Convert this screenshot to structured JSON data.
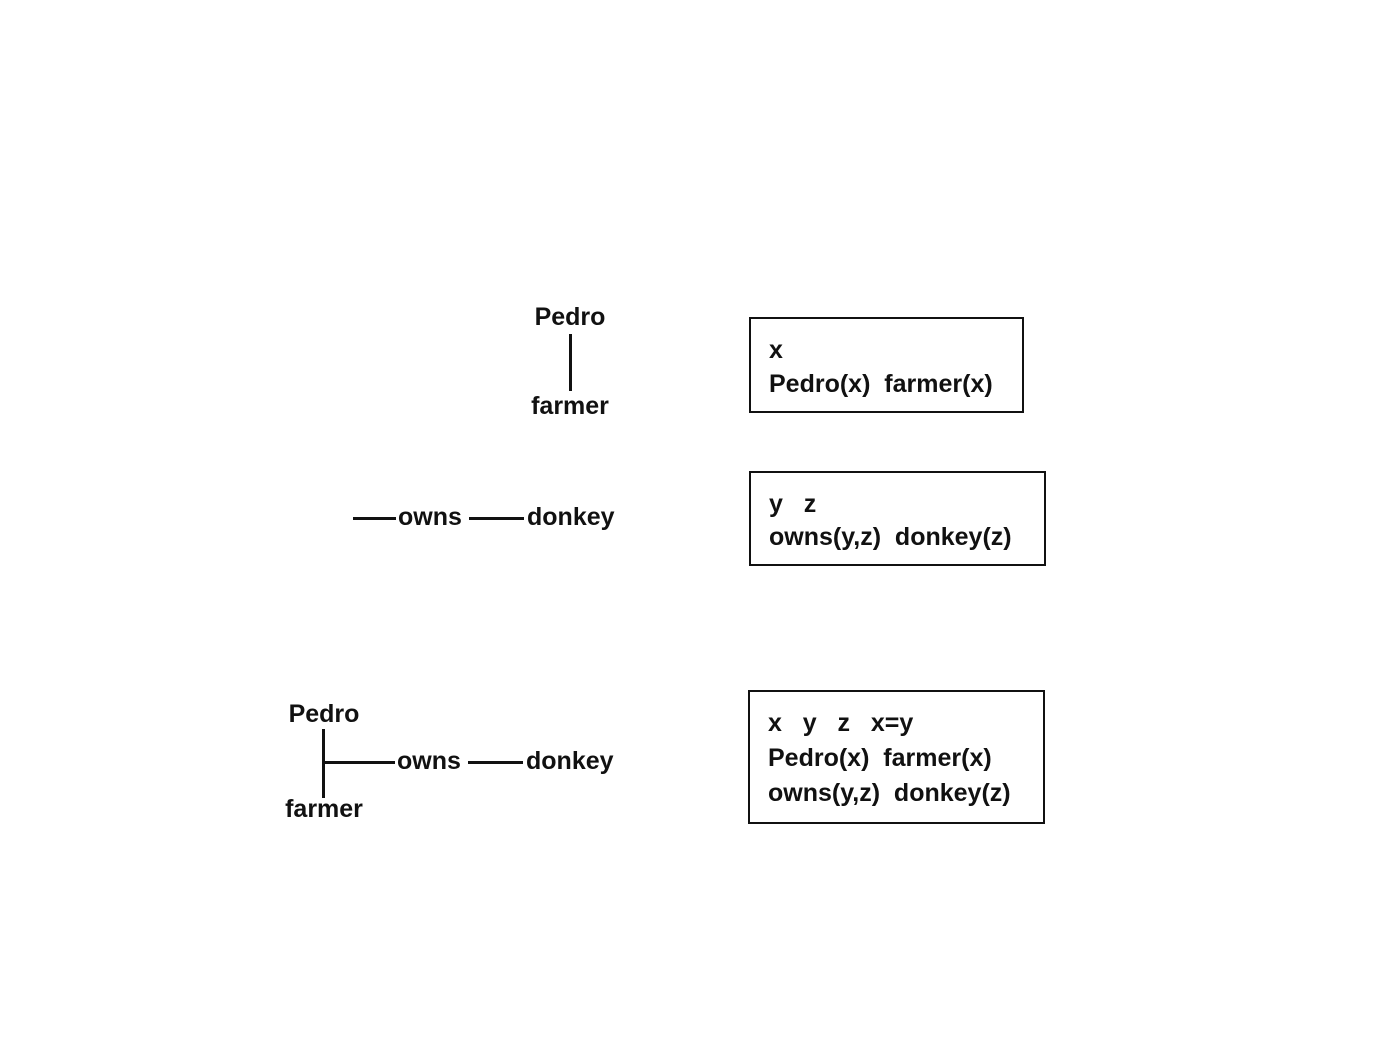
{
  "graph1": {
    "top": "Pedro",
    "bottom": "farmer"
  },
  "graph2": {
    "relation": "owns",
    "object": "donkey"
  },
  "graph3": {
    "top": "Pedro",
    "bottom": "farmer",
    "relation": "owns",
    "object": "donkey"
  },
  "drs1": {
    "referents": "x",
    "conditions": [
      "Pedro(x)  farmer(x)"
    ]
  },
  "drs2": {
    "referents": "y   z",
    "conditions": [
      "owns(y,z)  donkey(z)"
    ]
  },
  "drs3": {
    "referents": "x   y   z   x=y",
    "conditions": [
      "Pedro(x)  farmer(x)",
      "owns(y,z)  donkey(z)"
    ]
  }
}
